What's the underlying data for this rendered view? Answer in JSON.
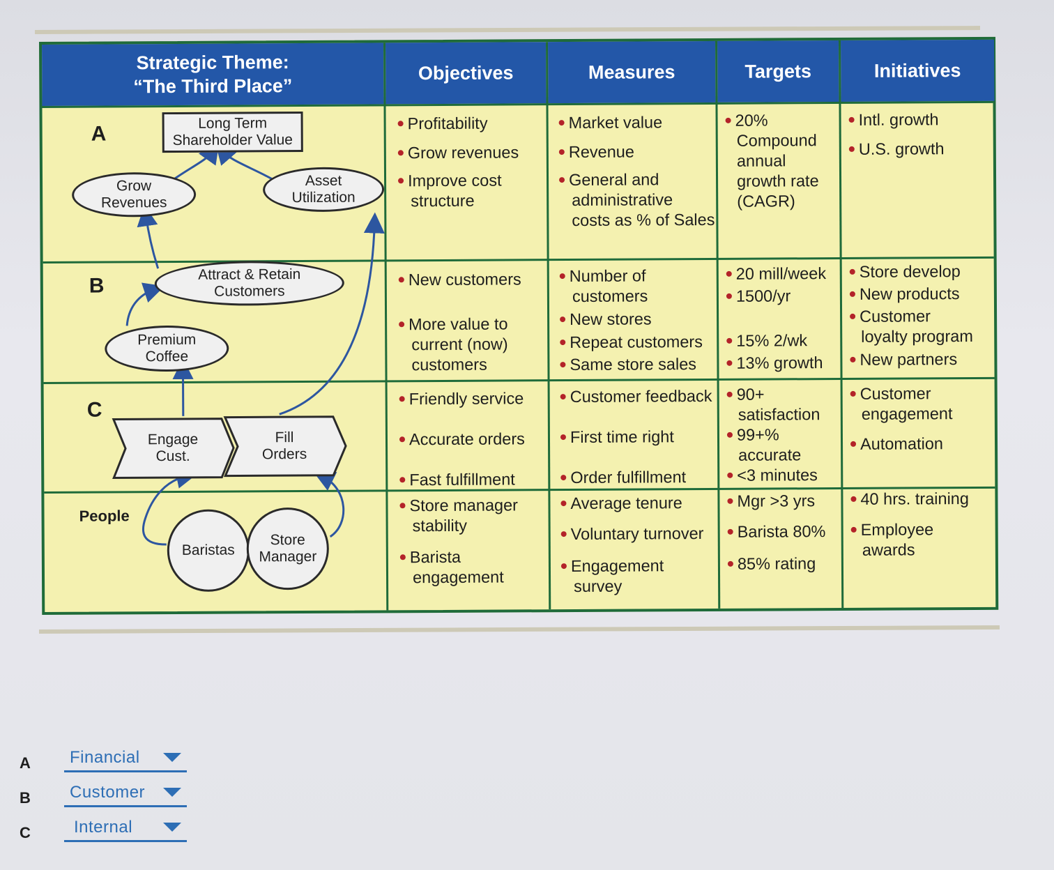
{
  "headers": {
    "theme_line1": "Strategic Theme:",
    "theme_line2": "“The Third Place”",
    "objectives": "Objectives",
    "measures": "Measures",
    "targets": "Targets",
    "initiatives": "Initiatives"
  },
  "row_labels": {
    "a": "A",
    "b": "B",
    "c": "C",
    "people": "People"
  },
  "map_nodes": {
    "long_term_1": "Long Term",
    "long_term_2": "Shareholder Value",
    "grow_1": "Grow",
    "grow_2": "Revenues",
    "asset_1": "Asset",
    "asset_2": "Utilization",
    "attract_1": "Attract & Retain",
    "attract_2": "Customers",
    "premium_1": "Premium",
    "premium_2": "Coffee",
    "engage_1": "Engage",
    "engage_2": "Cust.",
    "fill_1": "Fill",
    "fill_2": "Orders",
    "baristas": "Baristas",
    "store_1": "Store",
    "store_2": "Manager"
  },
  "rows": {
    "a": {
      "objectives": [
        "Profitability",
        "Grow revenues",
        "Improve cost",
        "structure"
      ],
      "measures": [
        "Market value",
        "Revenue",
        "General and",
        "administrative",
        "costs as % of Sales"
      ],
      "targets": [
        "20%",
        "Compound",
        "annual",
        "growth rate",
        "(CAGR)"
      ],
      "initiatives": [
        "Intl. growth",
        "U.S. growth"
      ]
    },
    "b": {
      "objectives": [
        "New customers",
        "More value to",
        "current (now)",
        "customers"
      ],
      "measures": [
        "Number of",
        "customers",
        "New stores",
        "Repeat customers",
        "Same store sales"
      ],
      "targets": [
        "20 mill/week",
        "1500/yr",
        "15% 2/wk",
        "13% growth"
      ],
      "initiatives": [
        "Store develop",
        "New products",
        "Customer",
        "loyalty program",
        "New partners"
      ]
    },
    "c": {
      "objectives": [
        "Friendly service",
        "Accurate orders",
        "Fast fulfillment"
      ],
      "measures": [
        "Customer feedback",
        "First time right",
        "Order fulfillment"
      ],
      "targets": [
        "90+",
        "satisfaction",
        "99+%",
        "accurate",
        "<3 minutes"
      ],
      "initiatives": [
        "Customer",
        "engagement",
        "Automation"
      ]
    },
    "people": {
      "objectives": [
        "Store manager",
        "stability",
        "Barista",
        "engagement"
      ],
      "measures": [
        "Average tenure",
        "Voluntary turnover",
        "Engagement",
        "survey"
      ],
      "targets": [
        "Mgr >3 yrs",
        "Barista 80%",
        "85% rating"
      ],
      "initiatives": [
        "40 hrs. training",
        "Employee",
        "awards"
      ]
    }
  },
  "answers": {
    "a_key": "A",
    "a_value": "Financial",
    "b_key": "B",
    "b_value": "Customer",
    "c_key": "C",
    "c_value": "Internal"
  },
  "colors": {
    "header_blue": "#2357a8",
    "cell_yellow": "#f4f1b0",
    "grid_green": "#1f6b3a",
    "bullet_red": "#b32329",
    "select_blue": "#2d6eb5"
  }
}
